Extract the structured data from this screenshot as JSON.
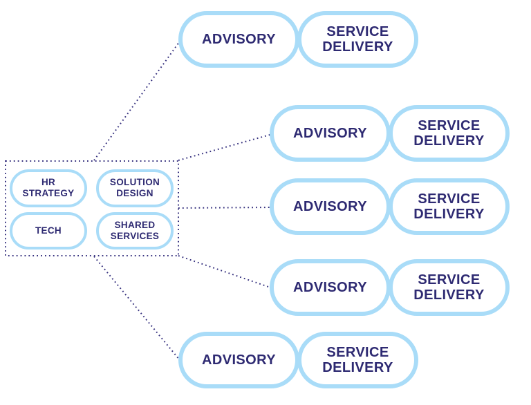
{
  "diagram": {
    "hub": {
      "cells": [
        {
          "line1": "HR",
          "line2": "STRATEGY"
        },
        {
          "line1": "SOLUTION",
          "line2": "DESIGN"
        },
        {
          "line1": "TECH",
          "line2": ""
        },
        {
          "line1": "SHARED",
          "line2": "SERVICES"
        }
      ]
    },
    "branches": [
      {
        "advisory": {
          "line1": "ADVISORY",
          "line2": ""
        },
        "service": {
          "line1": "SERVICE",
          "line2": "DELIVERY"
        }
      },
      {
        "advisory": {
          "line1": "ADVISORY",
          "line2": ""
        },
        "service": {
          "line1": "SERVICE",
          "line2": "DELIVERY"
        }
      },
      {
        "advisory": {
          "line1": "ADVISORY",
          "line2": ""
        },
        "service": {
          "line1": "SERVICE",
          "line2": "DELIVERY"
        }
      },
      {
        "advisory": {
          "line1": "ADVISORY",
          "line2": ""
        },
        "service": {
          "line1": "SERVICE",
          "line2": "DELIVERY"
        }
      },
      {
        "advisory": {
          "line1": "ADVISORY",
          "line2": ""
        },
        "service": {
          "line1": "SERVICE",
          "line2": "DELIVERY"
        }
      }
    ]
  },
  "colors": {
    "pill_border": "#A9DCF8",
    "text": "#2E2A72",
    "connector": "#35307E",
    "background": "#FFFFFF"
  }
}
